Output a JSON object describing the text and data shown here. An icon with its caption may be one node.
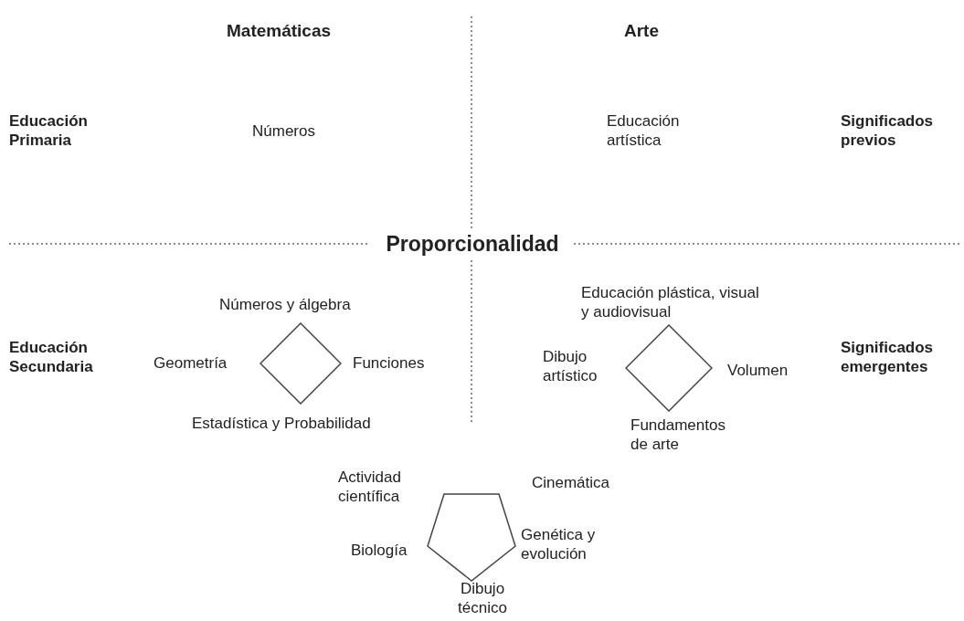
{
  "diagram": {
    "nodes": [
      {
        "text": [],
        "shape": "diamond",
        "beside": [
          "Números y álgebra",
          "Geometría",
          "Funciones",
          "Estadística y Probabilidad"
        ]
      },
      {
        "text": [],
        "shape": "diamond",
        "beside": [
          "Educación plástica, visual y audiovisual",
          "Dibujo artístico",
          "Volumen",
          "Fundamentos de arte"
        ]
      },
      {
        "text": [],
        "shape": "pentagon",
        "beside": [
          "Actividad científica",
          "Cinemática",
          "Biología",
          "Genética y evolución",
          "Dibujo técnico"
        ]
      }
    ],
    "edges": [],
    "labels": [
      "Matemáticas",
      "Arte",
      "Educación Primaria",
      "Números",
      "Educación artística",
      "Significados previos",
      "Proporcionalidad",
      "Educación Secundaria",
      "Significados emergentes"
    ]
  }
}
